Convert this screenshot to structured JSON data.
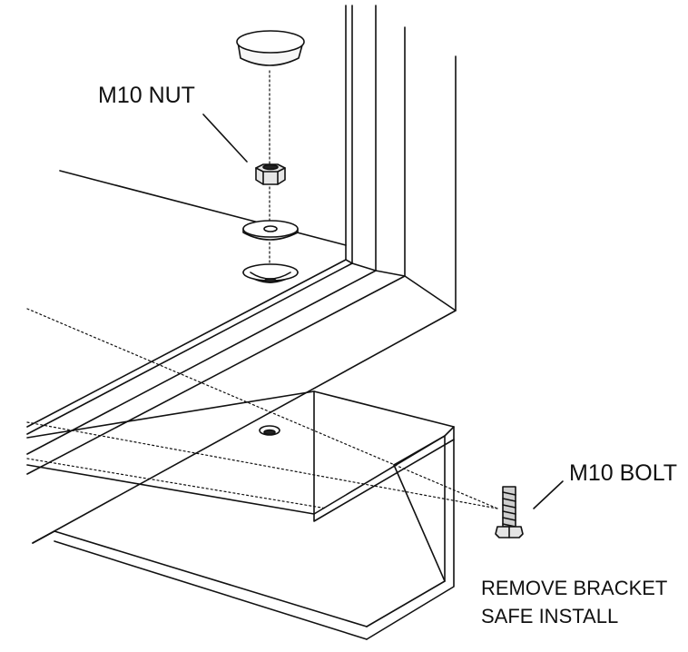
{
  "labels": {
    "nut": "M10 NUT",
    "bolt": "M10 BOLT"
  },
  "note": {
    "line1": "REMOVE BRACKET",
    "line2": "SAFE INSTALL"
  },
  "colors": {
    "stroke": "#111111",
    "background": "#ffffff",
    "bolt_fill": "#cfcfcf",
    "part_fill": "#f2f2f2"
  }
}
